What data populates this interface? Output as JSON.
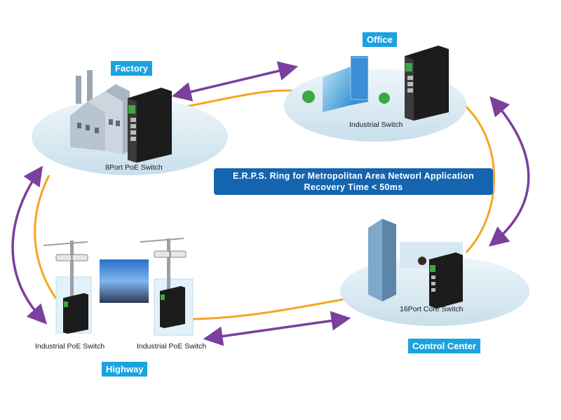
{
  "banner": {
    "line1": "E.R.P.S. Ring for Metropolitan Area Networl Application",
    "line2": "Recovery Time < 50ms"
  },
  "sites": {
    "factory": {
      "tag": "Factory",
      "device_label": "8Port PoE Switch"
    },
    "office": {
      "tag": "Office",
      "device_label": "Industrial Switch"
    },
    "control_center": {
      "tag": "Control Center",
      "device_label": "16Port Core Switch"
    },
    "highway": {
      "tag": "Highway",
      "device_label_left": "Industrial PoE Switch",
      "device_label_right": "Industrial PoE Switch"
    }
  },
  "colors": {
    "ring": "#f5a623",
    "arrow": "#7b3f9e",
    "platform": "#d6e8f2",
    "tag_bg": "#1aa3e0",
    "banner_bg": "#1464b0"
  }
}
